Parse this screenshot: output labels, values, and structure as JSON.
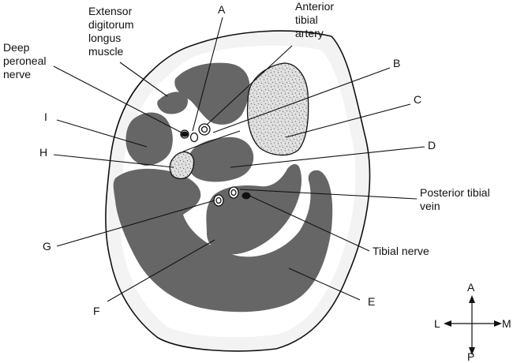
{
  "labels": {
    "edl": [
      "Extensor",
      "digitorum",
      "longus",
      "muscle"
    ],
    "a": "A",
    "ata": [
      "Anterior",
      "tibial",
      "artery"
    ],
    "dpn": [
      "Deep",
      "peroneal",
      "nerve"
    ],
    "b": "B",
    "c": "C",
    "i": "I",
    "h": "H",
    "d": "D",
    "ptv": [
      "Posterior tibial",
      "vein"
    ],
    "g": "G",
    "tn": "Tibial nerve",
    "f": "F",
    "e": "E"
  },
  "compass": {
    "anterior": "A",
    "posterior": "P",
    "lateral": "L",
    "medial": "M"
  }
}
